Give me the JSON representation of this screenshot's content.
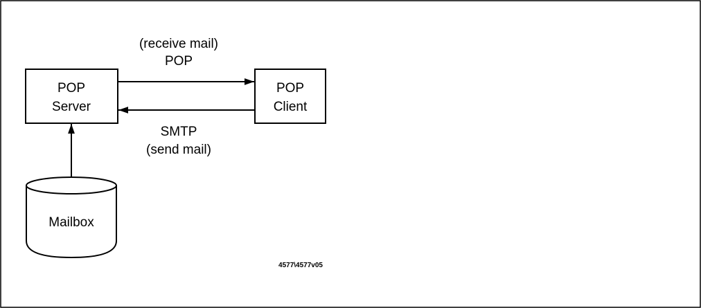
{
  "diagram": {
    "server": {
      "line1": "POP",
      "line2": "Server"
    },
    "client": {
      "line1": "POP",
      "line2": "Client"
    },
    "mailbox": {
      "label": "Mailbox"
    },
    "top_link": {
      "line1": "(receive mail)",
      "line2": "POP"
    },
    "bottom_link": {
      "line1": "SMTP",
      "line2": "(send mail)"
    },
    "figure_code": "4577\\4577v05"
  }
}
